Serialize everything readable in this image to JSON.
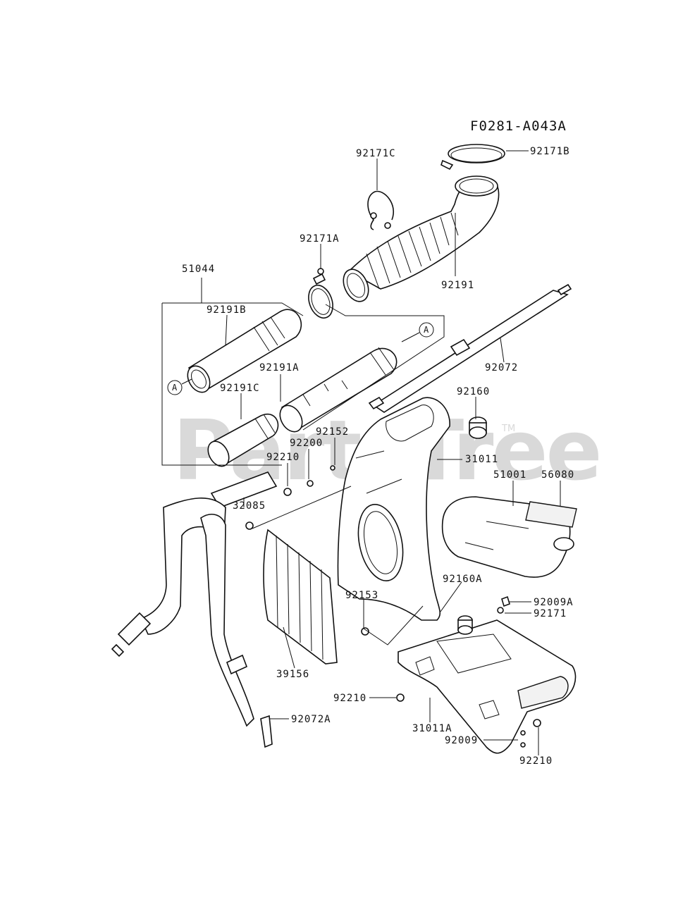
{
  "diagram_code": "F0281-A043A",
  "watermark": "PartsTree",
  "watermark_tm": "TM",
  "ref_marker": "A",
  "labels": {
    "p92171C": "92171C",
    "p92171B": "92171B",
    "p92171A": "92171A",
    "p51044": "51044",
    "p92191": "92191",
    "p92191B": "92191B",
    "p92191A": "92191A",
    "p92072": "92072",
    "p92191C": "92191C",
    "p92160": "92160",
    "p92152": "92152",
    "p92200": "92200",
    "p31011": "31011",
    "p92210a": "92210",
    "p51001": "51001",
    "p56080": "56080",
    "p32085": "32085",
    "p92160A": "92160A",
    "p92153": "92153",
    "p92009A": "92009A",
    "p92171": "92171",
    "p39156": "39156",
    "p92210b": "92210",
    "p31011A": "31011A",
    "p92072A": "92072A",
    "p92009": "92009",
    "p92210c": "92210"
  }
}
